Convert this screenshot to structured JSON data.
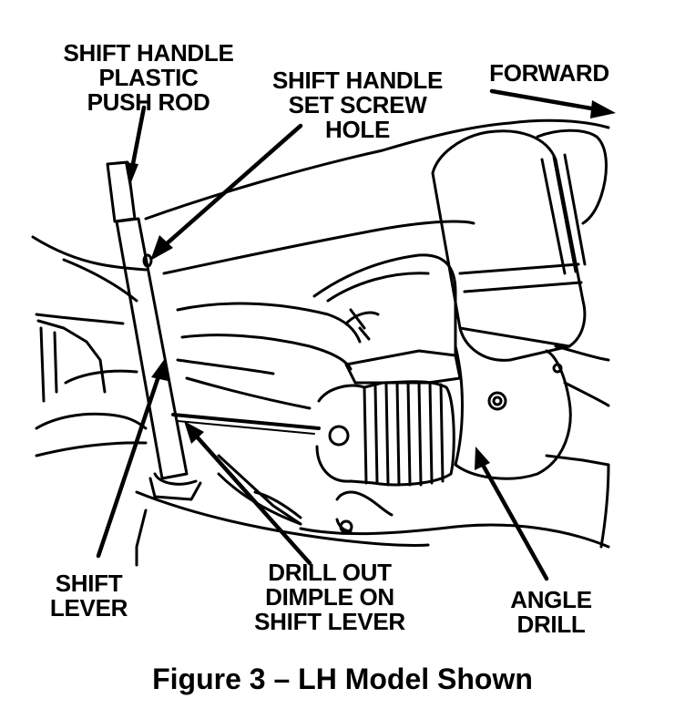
{
  "labels": {
    "push_rod": [
      "SHIFT HANDLE",
      "PLASTIC",
      "PUSH ROD"
    ],
    "set_screw": [
      "SHIFT HANDLE",
      "SET SCREW",
      "HOLE"
    ],
    "forward": "FORWARD",
    "shift_lever": [
      "SHIFT",
      "LEVER"
    ],
    "drill_out": [
      "DRILL OUT",
      "DIMPLE ON",
      "SHIFT LEVER"
    ],
    "angle_drill": [
      "ANGLE",
      "DRILL"
    ]
  },
  "caption": "Figure 3 – LH Model Shown"
}
